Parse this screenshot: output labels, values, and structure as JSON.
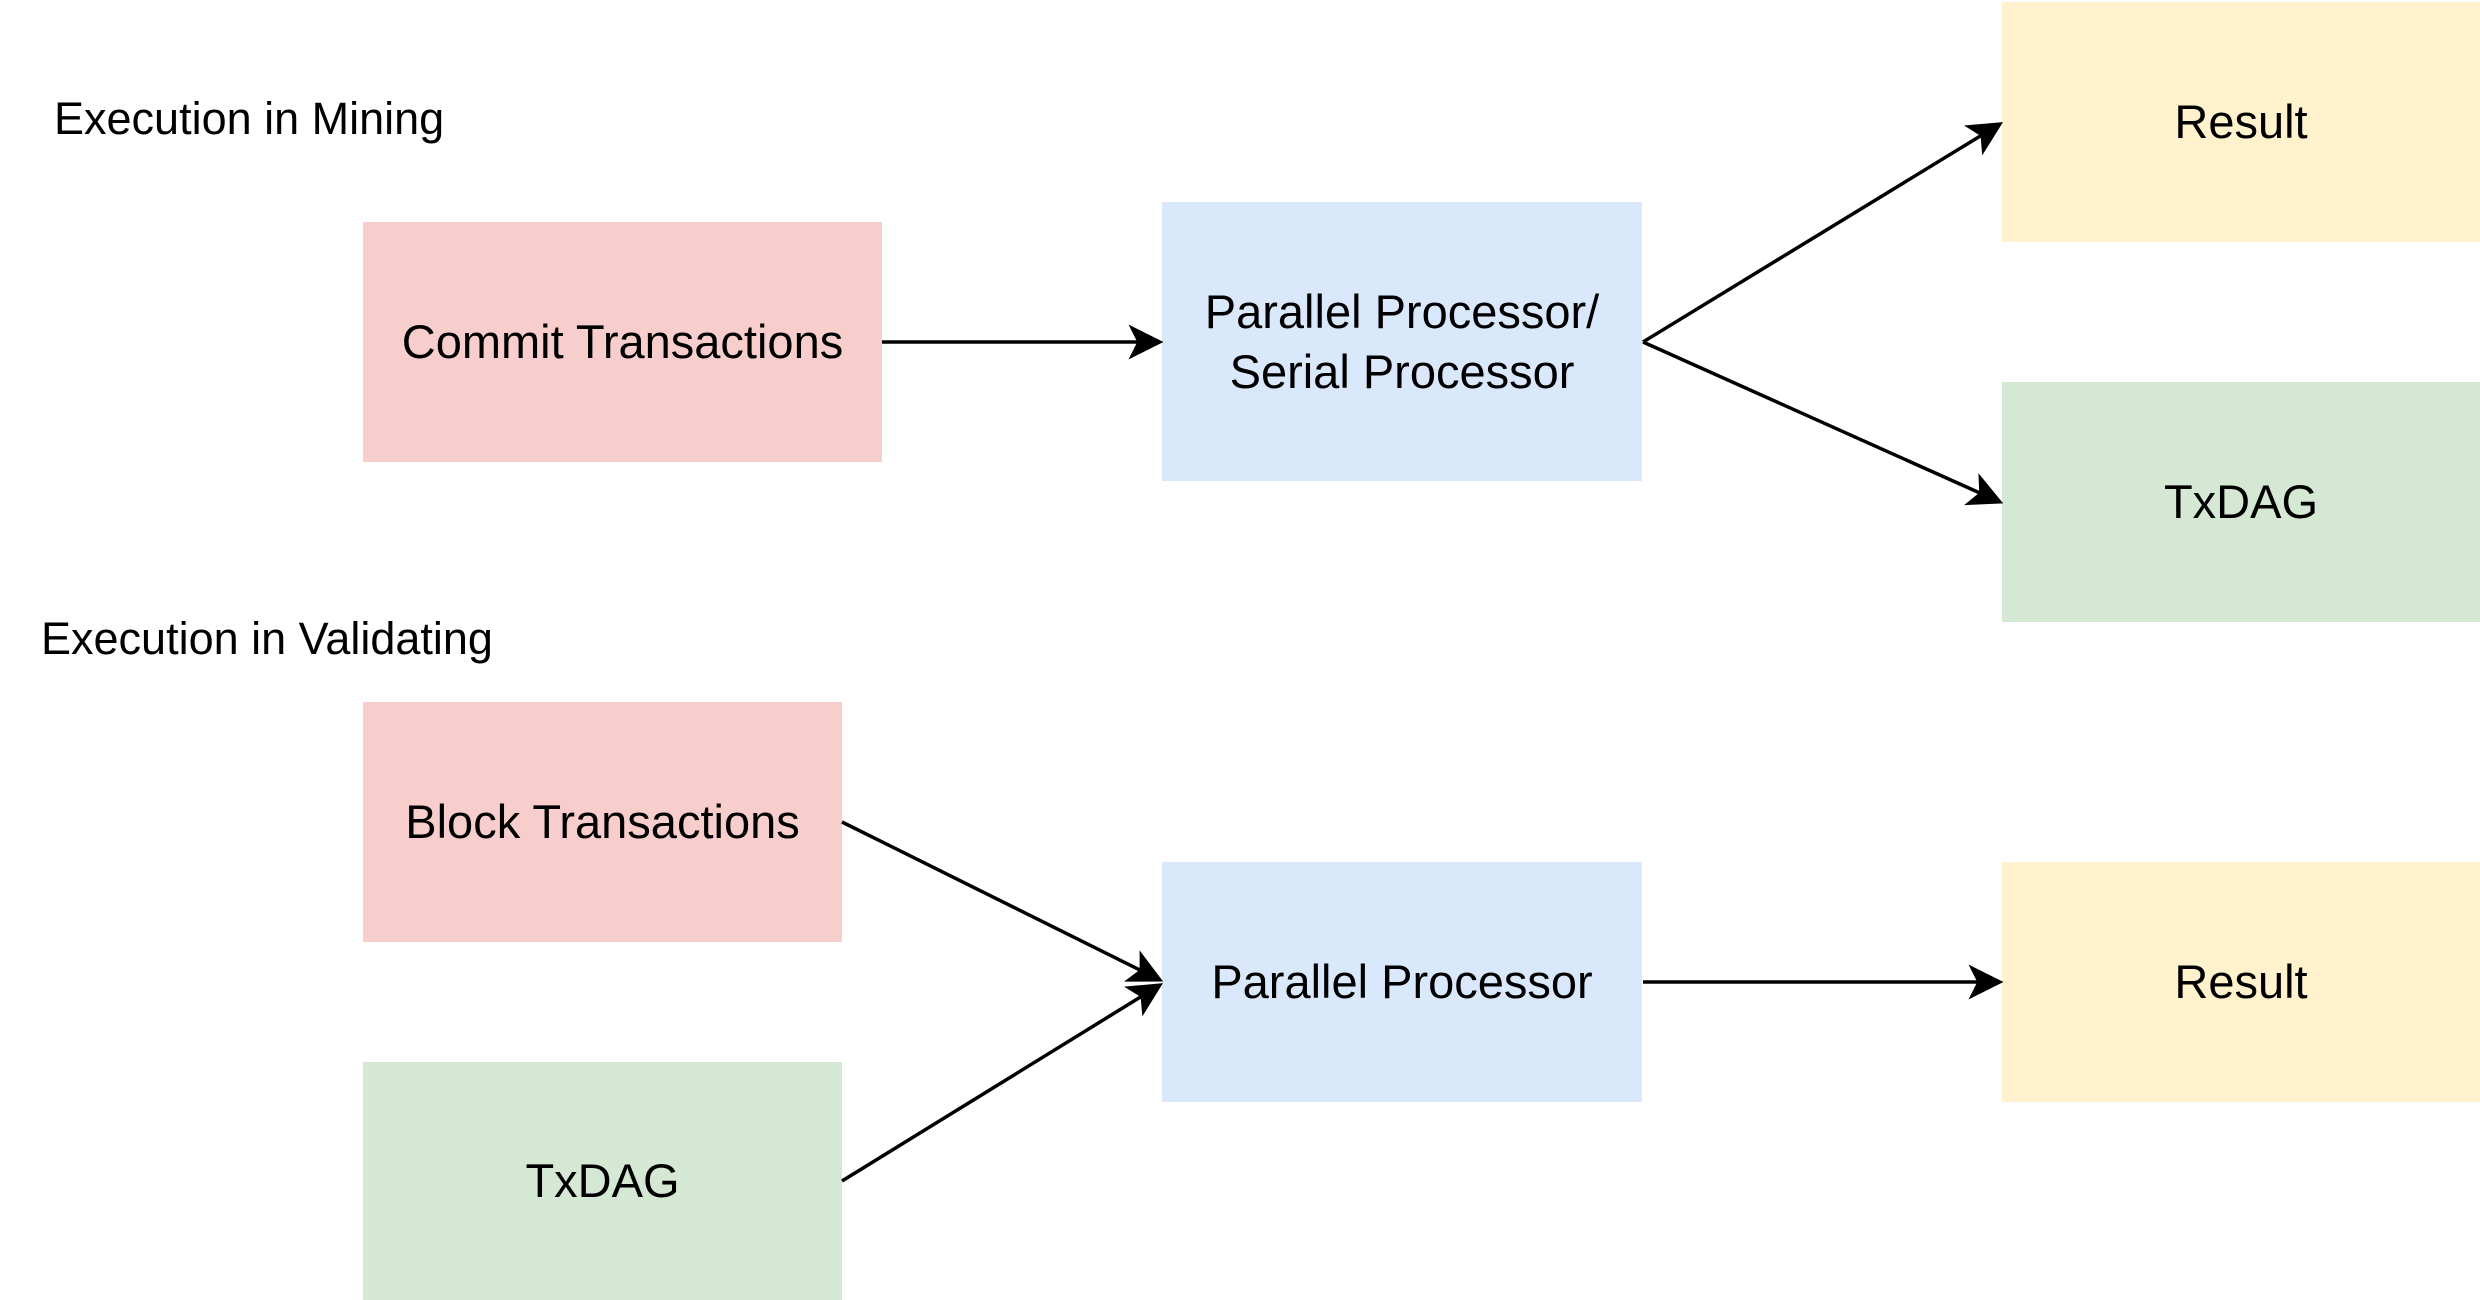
{
  "sections": {
    "mining": "Execution in Mining",
    "validating": "Execution in Validating"
  },
  "mining": {
    "commit": "Commit Transactions",
    "processor": "Parallel Processor/\nSerial Processor",
    "result": "Result",
    "txdag": "TxDAG"
  },
  "validating": {
    "block": "Block Transactions",
    "txdag": "TxDAG",
    "processor": "Parallel Processor",
    "result": "Result"
  },
  "colors": {
    "input_fill": "#f8cecc",
    "processor_fill": "#dae8fc",
    "result_fill": "#fff2cc",
    "txdag_fill": "#d5e8d4",
    "edge": "#000000"
  }
}
